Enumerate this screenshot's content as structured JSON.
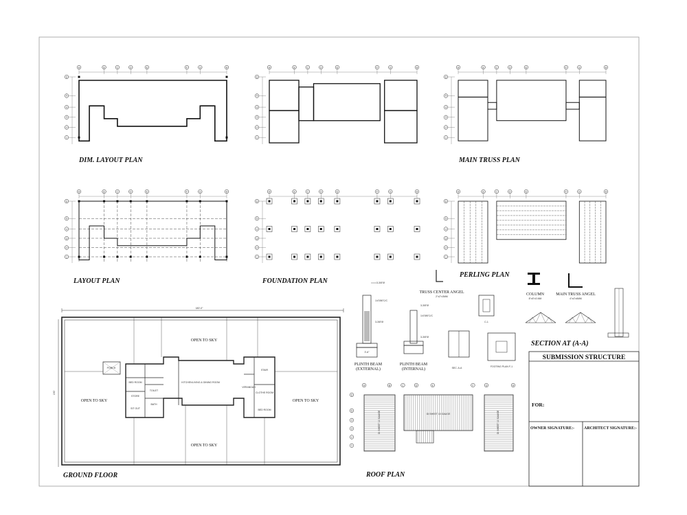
{
  "sheet_title": "SUBMISSION STRUCTURE",
  "title_block": {
    "for_label": "FOR:",
    "owner_label": "OWNER SIGNATURE:-",
    "architect_label": "ARCHITECT SIGNATURE:-"
  },
  "plans": {
    "dim_layout": "DIM. LAYOUT PLAN",
    "main_truss": "MAIN TRUSS PLAN",
    "layout": "LAYOUT PLAN",
    "foundation": "FOUNDATION PLAN",
    "perling": "PERLING PLAN",
    "ground_floor": "GROUND FLOOR",
    "roof": "ROOF PLAN"
  },
  "grid": {
    "columns": [
      "A",
      "B",
      "C",
      "D",
      "E",
      "F",
      "G",
      "H"
    ],
    "rows": [
      "6",
      "5",
      "4",
      "3",
      "2",
      "1"
    ]
  },
  "details": {
    "plinth_ext": [
      "PLINTH BEAM",
      "(EXTERNAL)"
    ],
    "plinth_int": [
      "PLINTH BEAM",
      "(INTERNAL)"
    ],
    "sec_aa": "SEC. A-A",
    "footing": "FOOTING PLAN F-1",
    "truss_center": "TRUSS CENTER ANGEL",
    "truss_center_size": "2\"x2\"x3MM",
    "column": "COLUMN",
    "column_size": "8\"x5\"x3 MM",
    "main_truss_angel": "MAIN TRUSS ANGEL",
    "main_truss_size": "4\"x4\"x6MM",
    "section_aa": "SECTION AT (A-A)",
    "c1": "C-1",
    "bar_top": "3-3/8\"Ø",
    "ring": "1/4\"Ø6\"C/C",
    "bar_bot": "3-3/8\"Ø",
    "sole": "3'-6\""
  },
  "ground_floor": {
    "overall_width": "180'-0\"",
    "overall_depth": "190'",
    "open_sky": "OPEN TO SKY",
    "rooms": [
      "LIVING & DINING ROOM",
      "KITCHEN",
      "BED ROOM",
      "TOILET",
      "BATH",
      "STORE",
      "VERANDAH",
      "PORCH",
      "SIT OUT",
      "CLOTHE ROOM",
      "STAIR",
      "BED ROOM"
    ]
  },
  "roof": {
    "sheet_note_1": "GI SHEET 10 GAUGE",
    "sheet_note_2": "GI SHEET 10 GAUGE",
    "sheet_note_3": "GI SHEET 10 GAUGE"
  }
}
